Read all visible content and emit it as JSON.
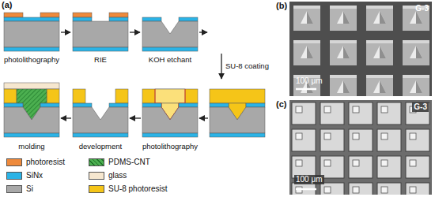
{
  "diagram": {
    "labels": [
      "(a)",
      "photolithography",
      "RIE",
      "KOH etchant",
      "SU-8 coating",
      "photolithography",
      "development",
      "molding",
      "(b)",
      "G-3",
      "100 μm",
      "(c)",
      "G-3",
      "100 μm"
    ],
    "legend": [
      {
        "text": "photoresist",
        "color": "#ee8a3c"
      },
      {
        "text": "SiNx",
        "color": "#2bb3e6"
      },
      {
        "text": "Si",
        "color": "#a8a8a8"
      },
      {
        "text": "PDMS-CNT",
        "color": "#4caf50"
      },
      {
        "text": "glass",
        "color": "#f6e7cf"
      },
      {
        "text": "SU-8 photoresist",
        "color": "#f5c518"
      }
    ]
  }
}
